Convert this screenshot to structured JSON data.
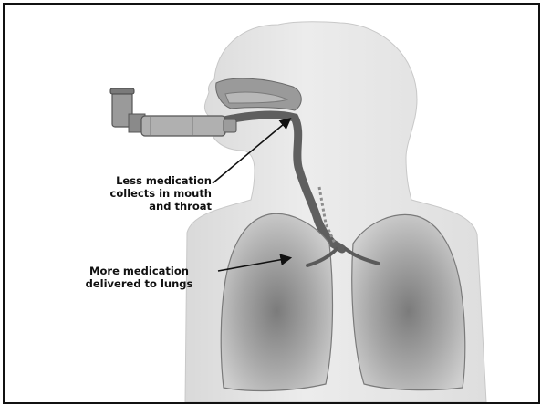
{
  "annotations": {
    "mouth_throat": "Less medication\ncollects in mouth\nand throat",
    "lungs": "More medication\ndelivered to lungs"
  },
  "colors": {
    "body_silhouette": "#e8e8e8",
    "airway": "#6f6f6f",
    "lung_tissue": "#b9b9b9",
    "inhaler": "#8a8a8a",
    "arrow": "#111111"
  },
  "icons": [
    "human-torso-figure",
    "inhaler-with-spacer-icon",
    "trachea-figure",
    "lungs-figure"
  ]
}
